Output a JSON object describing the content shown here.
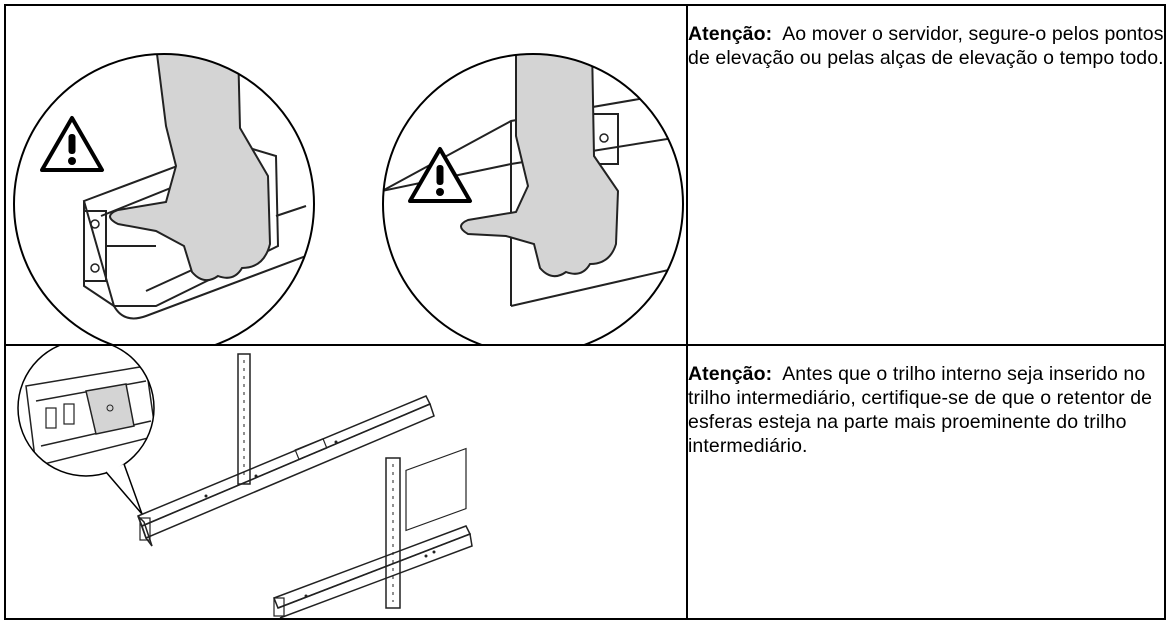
{
  "rows": [
    {
      "illustration": {
        "icons": [
          "warning-triangle-icon",
          "warning-triangle-icon"
        ],
        "depicts": [
          "hand-holding-lift-point",
          "hand-holding-lift-handle"
        ]
      },
      "note_label": "Atenção:",
      "note_text": "Ao mover o servidor, segure-o pelos pontos de elevação ou pelas alças de elevação o tempo todo."
    },
    {
      "illustration": {
        "icons": [
          "rail-detail-magnifier"
        ],
        "depicts": [
          "inner-rail",
          "middle-rail-with-rack-post"
        ]
      },
      "note_label": "Atenção:",
      "note_text": "Antes que o trilho interno seja inserido no trilho intermediário, certifique-se de que o retentor de esferas esteja na parte mais proeminente do trilho intermediário."
    }
  ],
  "colors": {
    "border": "#000000",
    "hand_fill": "#d4d4d4",
    "line": "#222222"
  }
}
